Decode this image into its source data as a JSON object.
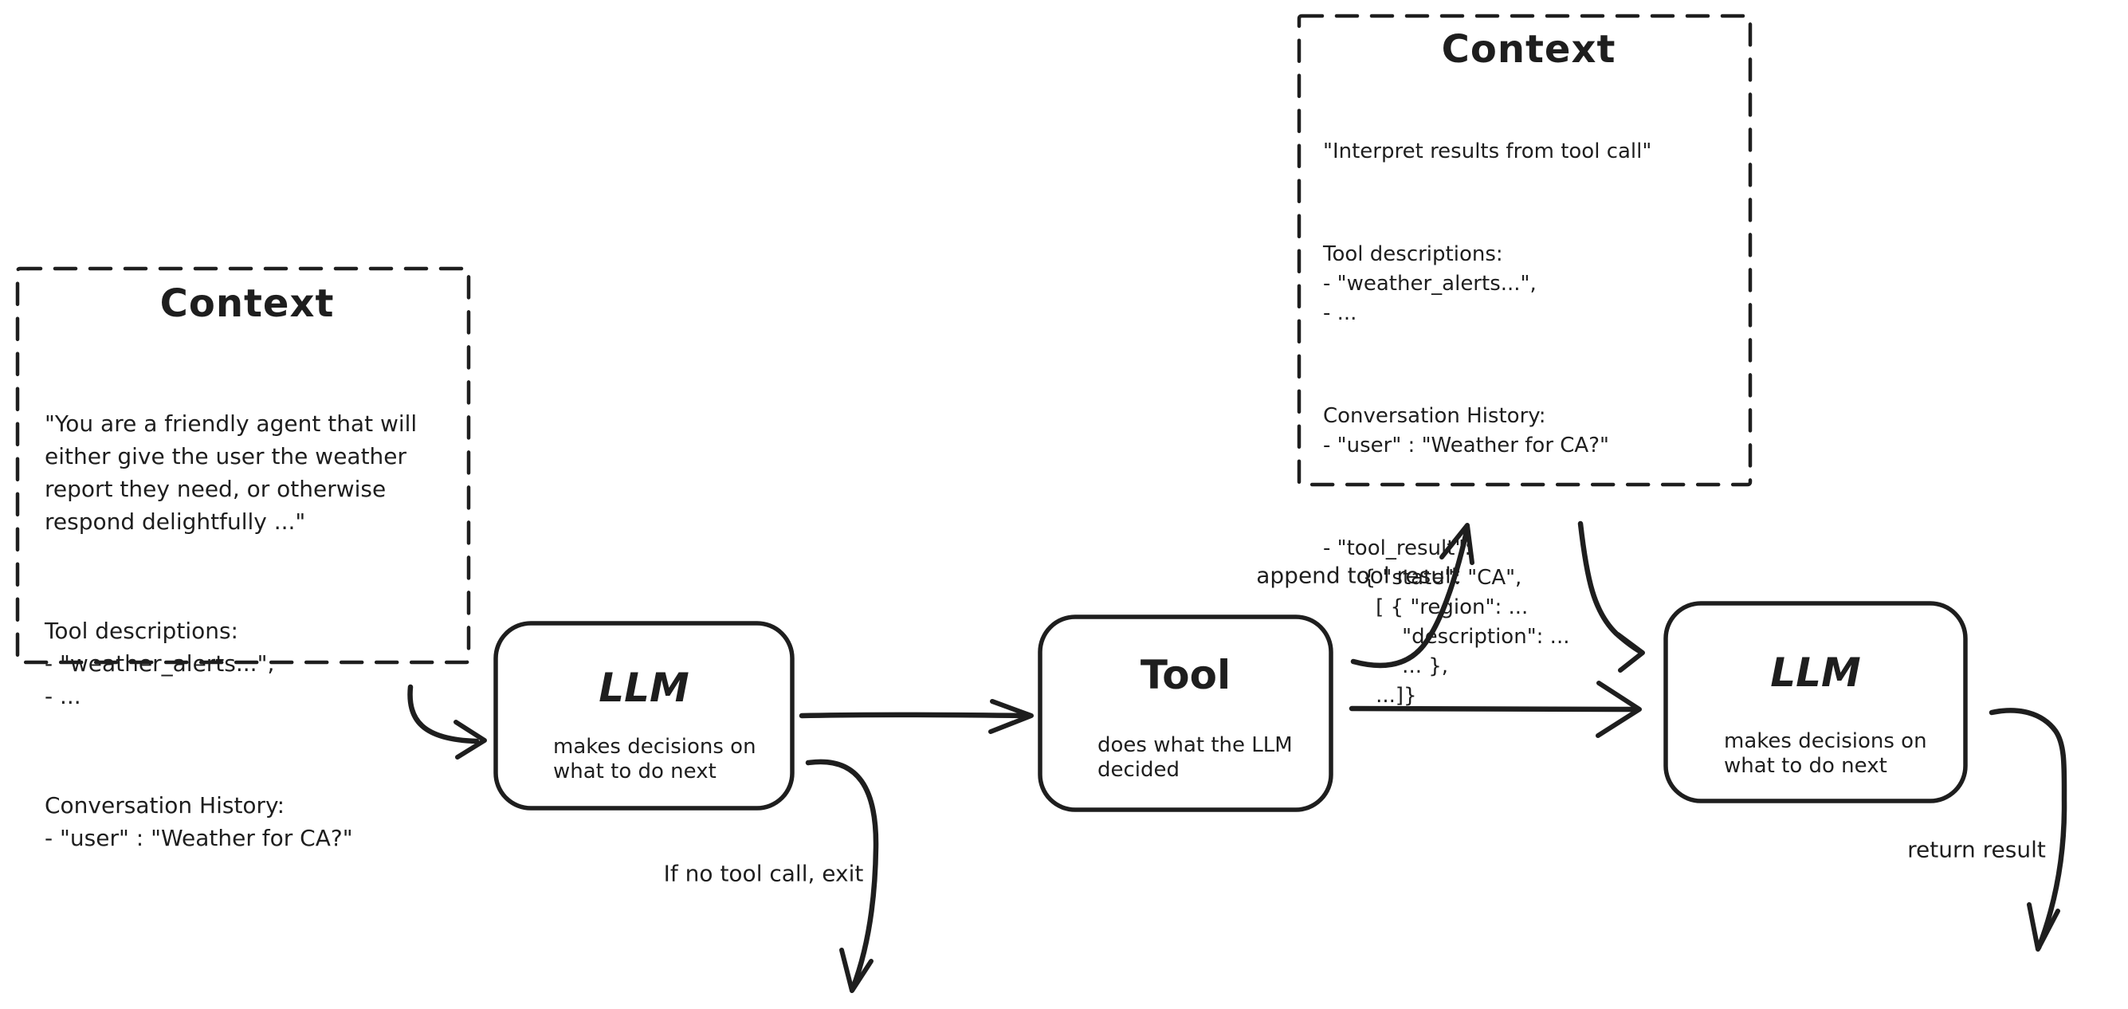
{
  "canvas": {
    "background": "#ffffff",
    "ink": "#1e1e1e"
  },
  "nodes": {
    "context_left": {
      "title": "Context",
      "system_prompt_lines": [
        "\"You are a friendly agent that will",
        "either give the user the weather",
        "report they need, or otherwise",
        "respond delightfully ...\""
      ],
      "tool_desc_lines": [
        "Tool descriptions:",
        "- \"weather_alerts...\",",
        "- ..."
      ],
      "history_lines": [
        "Conversation History:",
        "- \"user\" : \"Weather for CA?\""
      ]
    },
    "llm_first": {
      "title": "LLM",
      "subtitle_lines": [
        "makes decisions on",
        "what to do next"
      ]
    },
    "tool": {
      "title": "Tool",
      "subtitle_lines": [
        "does what the LLM",
        "decided"
      ]
    },
    "context_right": {
      "title": "Context",
      "system_prompt_lines": [
        "\"Interpret results from tool call\""
      ],
      "tool_desc_lines": [
        "Tool descriptions:",
        "- \"weather_alerts...\",",
        "- ..."
      ],
      "history_lines": [
        "Conversation History:",
        "- \"user\" : \"Weather for CA?\""
      ],
      "tool_result_lines": [
        "- \"tool_result\":",
        "      { \"state\": \"CA\",",
        "        [ { \"region\": ...",
        "            \"description\": ...",
        "            ... },",
        "        ...]}"
      ]
    },
    "llm_second": {
      "title": "LLM",
      "subtitle_lines": [
        "makes decisions on",
        "what to do next"
      ]
    }
  },
  "edge_labels": {
    "append_tool_result": "append tool result",
    "no_tool_call_exit": "If no tool call, exit",
    "return_result": "return result"
  }
}
